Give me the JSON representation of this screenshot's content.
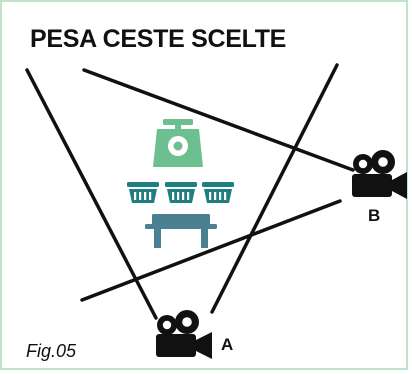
{
  "title": "PESA CESTE SCELTE",
  "caption": "Fig.05",
  "cameras": [
    {
      "id": "A",
      "label": "A",
      "icon": "video-camera-icon"
    },
    {
      "id": "B",
      "label": "B",
      "icon": "video-camera-icon"
    }
  ],
  "items": [
    {
      "icon": "scale-icon"
    },
    {
      "icon": "basket-icon"
    },
    {
      "icon": "basket-icon"
    },
    {
      "icon": "basket-icon"
    },
    {
      "icon": "table-icon"
    }
  ],
  "colors": {
    "frame": "#bfe3c8",
    "scale": "#6cc08f",
    "baskets": "#1f7e82",
    "table": "#4a8092",
    "lines": "#111111"
  }
}
